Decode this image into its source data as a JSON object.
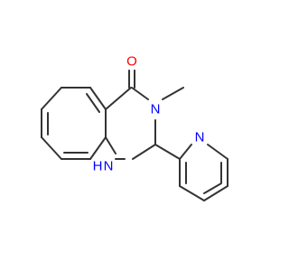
{
  "molecule": {
    "atoms": [
      {
        "id": "O",
        "symbol": "O",
        "color": "#ff0000"
      },
      {
        "id": "N3",
        "symbol": "N",
        "color": "#0000ff"
      },
      {
        "id": "N1",
        "symbol": "N",
        "suffix": "H",
        "color": "#0000ff"
      },
      {
        "id": "Npy",
        "symbol": "N",
        "color": "#0000ff"
      }
    ],
    "methyl_label": "",
    "bond_color": "#333333"
  }
}
